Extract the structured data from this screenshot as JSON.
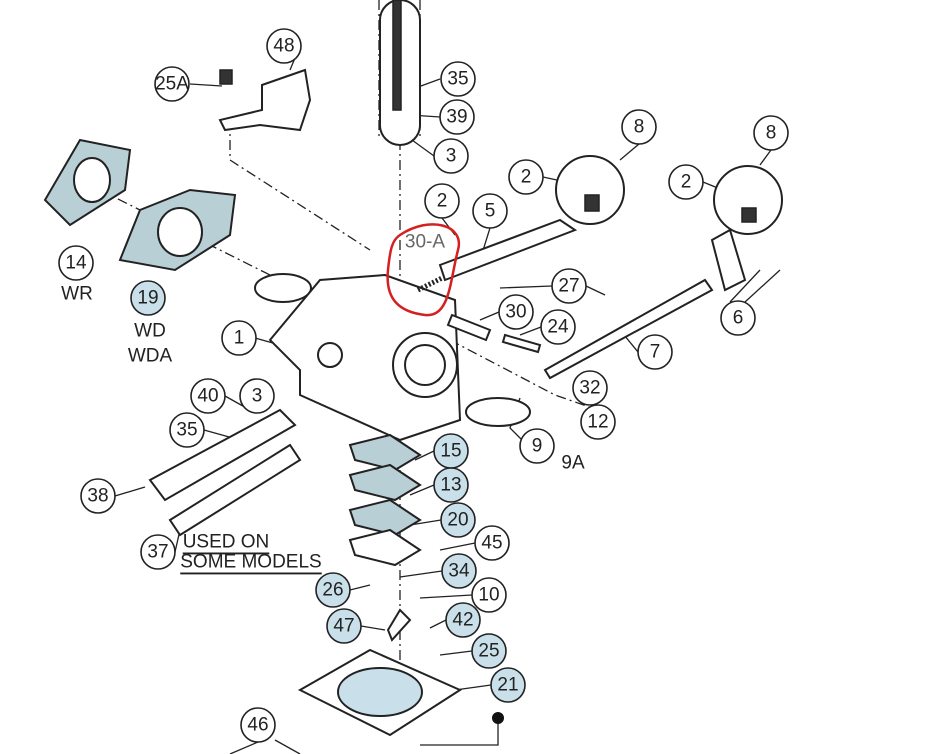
{
  "diagram": {
    "callouts": [
      {
        "id": "48",
        "highlight": false
      },
      {
        "id": "25A",
        "highlight": false
      },
      {
        "id": "35",
        "highlight": false
      },
      {
        "id": "39",
        "highlight": false
      },
      {
        "id": "3",
        "highlight": false
      },
      {
        "id": "8",
        "highlight": false
      },
      {
        "id": "8",
        "highlight": false
      },
      {
        "id": "2",
        "highlight": false
      },
      {
        "id": "2",
        "highlight": false
      },
      {
        "id": "2",
        "highlight": false
      },
      {
        "id": "5",
        "highlight": false
      },
      {
        "id": "27",
        "highlight": false
      },
      {
        "id": "30",
        "highlight": false
      },
      {
        "id": "24",
        "highlight": false
      },
      {
        "id": "14",
        "highlight": false
      },
      {
        "id": "19",
        "highlight": true
      },
      {
        "id": "1",
        "highlight": false
      },
      {
        "id": "6",
        "highlight": false
      },
      {
        "id": "7",
        "highlight": false
      },
      {
        "id": "32",
        "highlight": false
      },
      {
        "id": "12",
        "highlight": false
      },
      {
        "id": "40",
        "highlight": false
      },
      {
        "id": "3",
        "highlight": false
      },
      {
        "id": "35",
        "highlight": false
      },
      {
        "id": "9",
        "highlight": false
      },
      {
        "id": "15",
        "highlight": true
      },
      {
        "id": "13",
        "highlight": true
      },
      {
        "id": "38",
        "highlight": false
      },
      {
        "id": "20",
        "highlight": true
      },
      {
        "id": "45",
        "highlight": false
      },
      {
        "id": "37",
        "highlight": false
      },
      {
        "id": "34",
        "highlight": true
      },
      {
        "id": "26",
        "highlight": true
      },
      {
        "id": "10",
        "highlight": false
      },
      {
        "id": "47",
        "highlight": true
      },
      {
        "id": "42",
        "highlight": true
      },
      {
        "id": "25",
        "highlight": true
      },
      {
        "id": "21",
        "highlight": true
      },
      {
        "id": "46",
        "highlight": false
      }
    ],
    "labels": {
      "wr": "WR",
      "wd": "WD",
      "wda": "WDA",
      "nine_a": "9A",
      "used_on": "USED ON",
      "some_models": "SOME MODELS"
    },
    "annotation": {
      "text": "30-A",
      "color": "#d42020"
    },
    "highlight_color": "#c9e0ea"
  }
}
